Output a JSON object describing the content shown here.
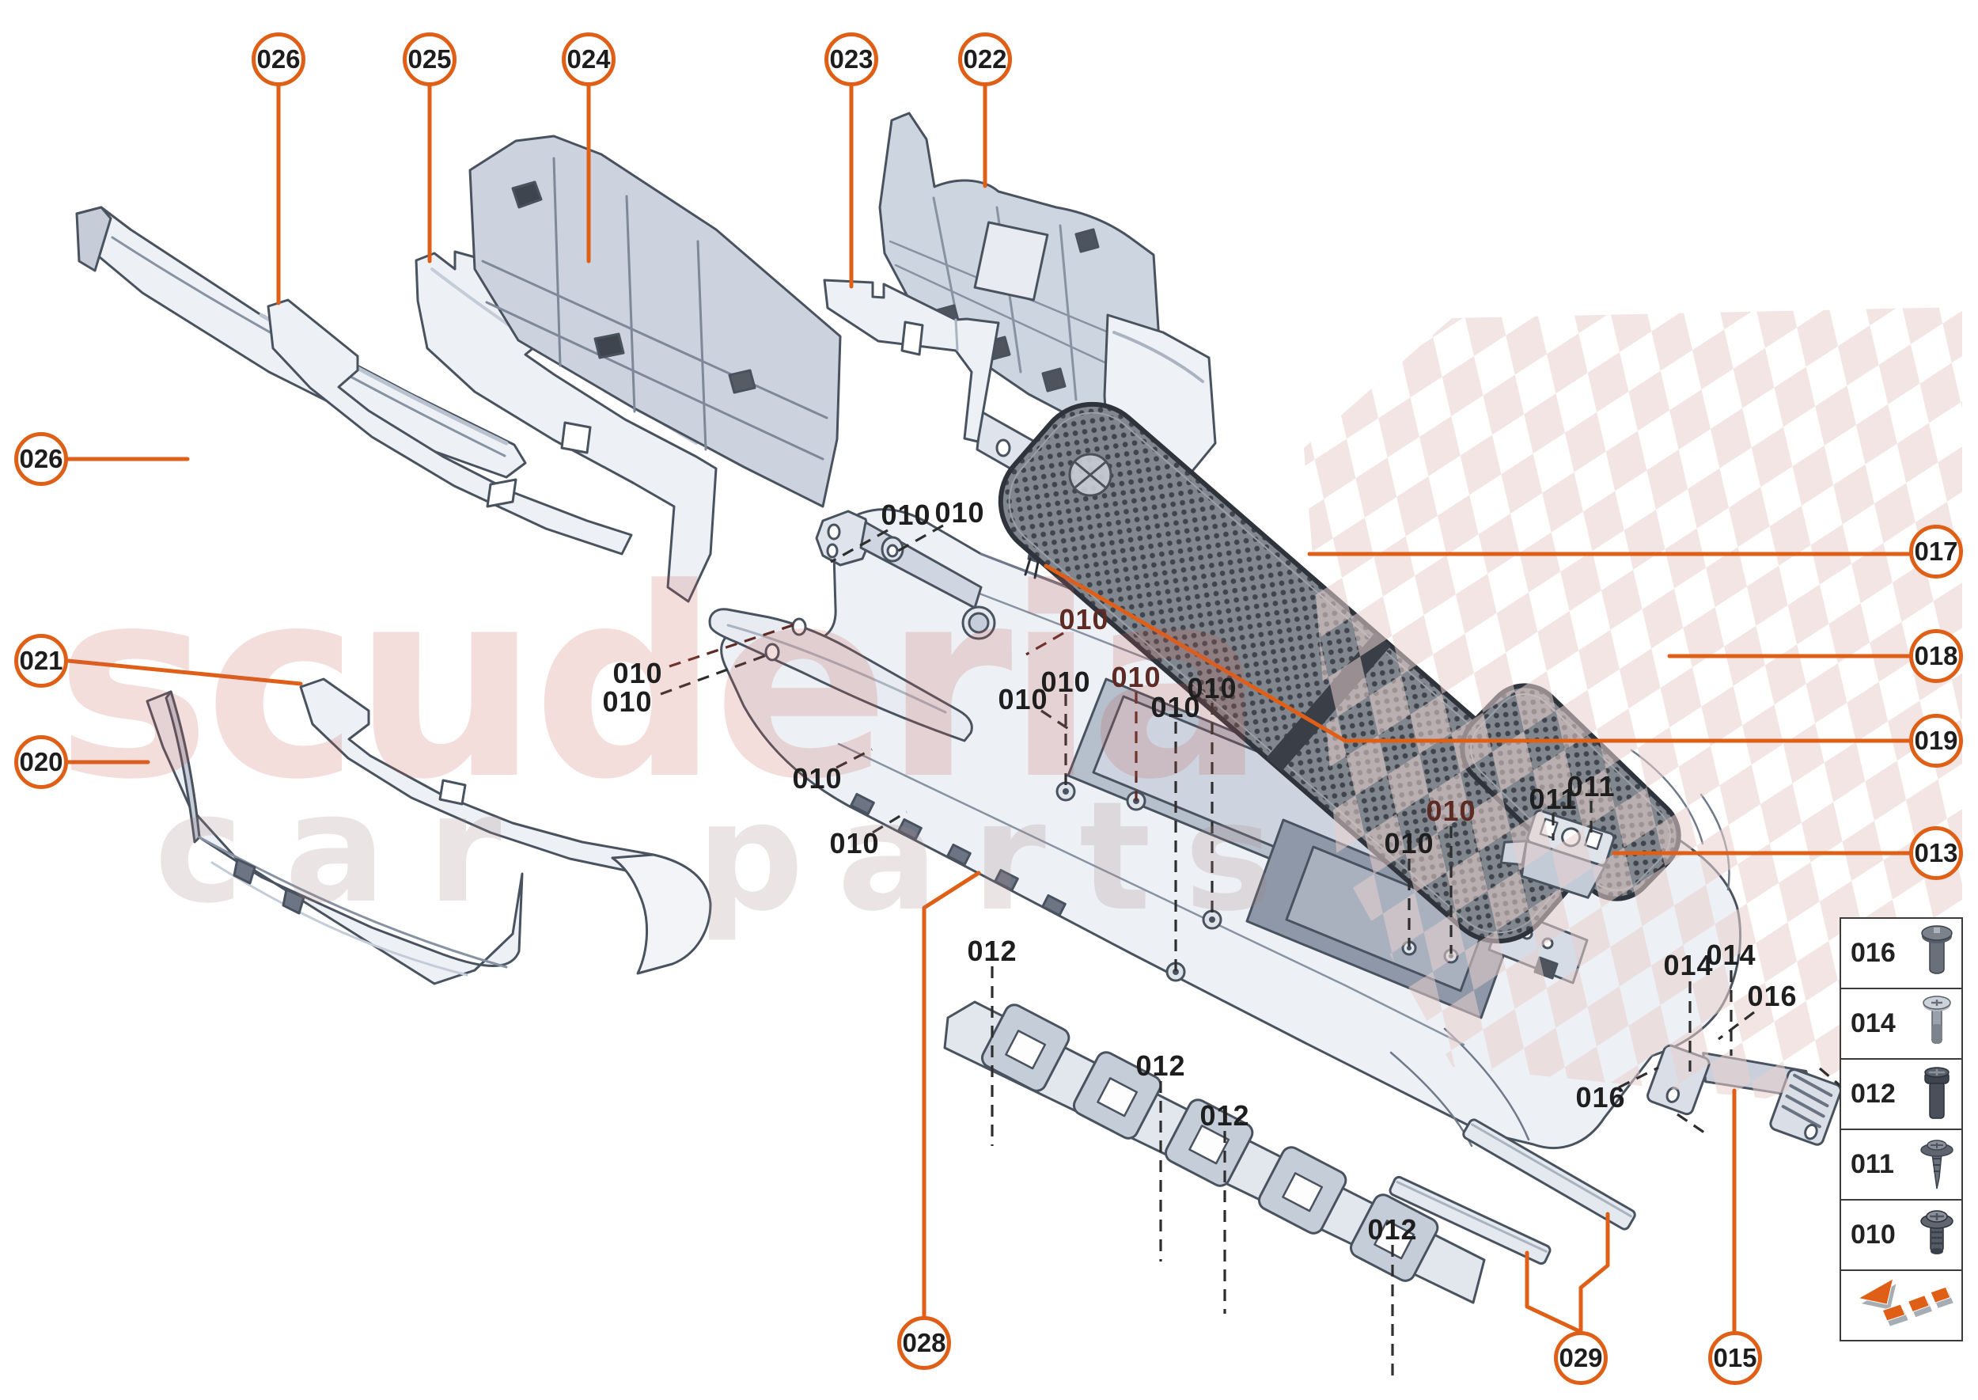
{
  "watermark": {
    "brand": "scuderia",
    "word_left": "car",
    "word_right": "parts"
  },
  "diagram": {
    "callouts": [
      {
        "id": "026-top",
        "label": "026"
      },
      {
        "id": "025",
        "label": "025"
      },
      {
        "id": "024",
        "label": "024"
      },
      {
        "id": "023",
        "label": "023"
      },
      {
        "id": "022",
        "label": "022"
      },
      {
        "id": "026-left",
        "label": "026"
      },
      {
        "id": "021",
        "label": "021"
      },
      {
        "id": "020",
        "label": "020"
      },
      {
        "id": "017",
        "label": "017"
      },
      {
        "id": "018",
        "label": "018"
      },
      {
        "id": "019",
        "label": "019"
      },
      {
        "id": "013",
        "label": "013"
      },
      {
        "id": "028",
        "label": "028"
      },
      {
        "id": "029",
        "label": "029"
      },
      {
        "id": "015",
        "label": "015"
      }
    ],
    "part_labels": [
      {
        "label": "010"
      },
      {
        "label": "010"
      },
      {
        "label": "010"
      },
      {
        "label": "010"
      },
      {
        "label": "010"
      },
      {
        "label": "010"
      },
      {
        "label": "010"
      },
      {
        "label": "010"
      },
      {
        "label": "010"
      },
      {
        "label": "010"
      },
      {
        "label": "010"
      },
      {
        "label": "010"
      },
      {
        "label": "010"
      },
      {
        "label": "010"
      },
      {
        "label": "011"
      },
      {
        "label": "011"
      },
      {
        "label": "012"
      },
      {
        "label": "012"
      },
      {
        "label": "012"
      },
      {
        "label": "012"
      },
      {
        "label": "014"
      },
      {
        "label": "014"
      },
      {
        "label": "016"
      },
      {
        "label": "016"
      }
    ]
  },
  "legend": {
    "rows": [
      {
        "code": "016",
        "icon": "dome-rivet-screw"
      },
      {
        "code": "014",
        "icon": "pan-head-screw"
      },
      {
        "code": "012",
        "icon": "cylinder-head-screw"
      },
      {
        "code": "011",
        "icon": "self-tapping-screw"
      },
      {
        "code": "010",
        "icon": "flange-head-screw"
      }
    ],
    "logo": "scuderia-arrow-logo"
  },
  "colors": {
    "accent": "#e05f17",
    "leader_dark": "#2e2e2e",
    "leader_maroon": "#5d2a24",
    "part_fill": "#edf0f5",
    "part_stroke": "#49525f",
    "watermark_pink": "#e9cfcb"
  }
}
